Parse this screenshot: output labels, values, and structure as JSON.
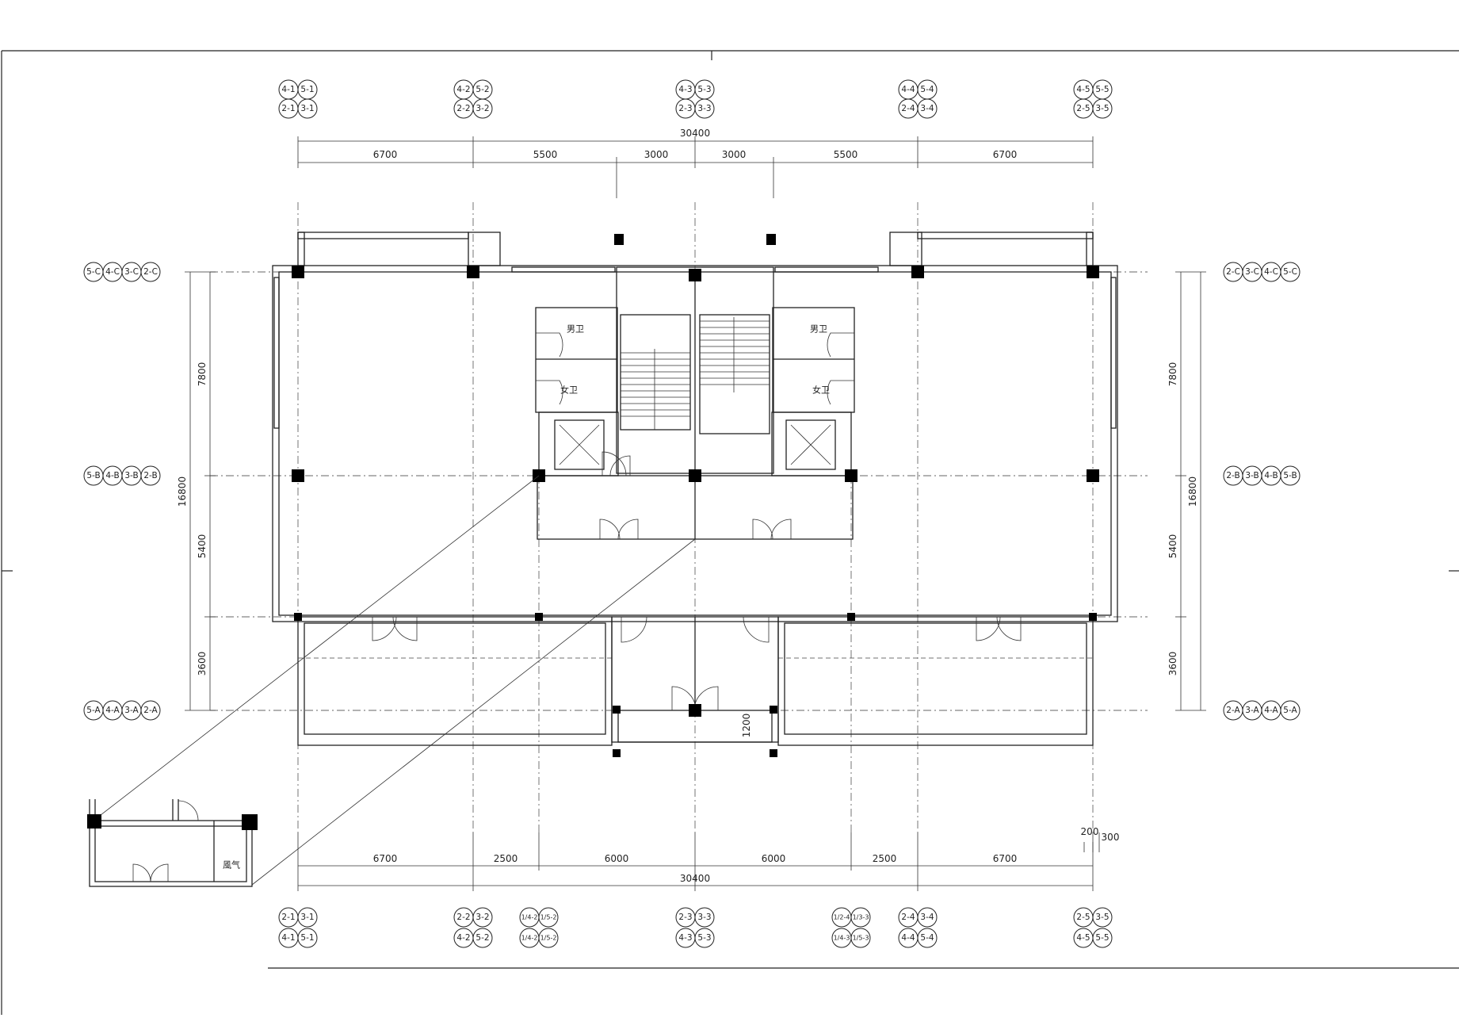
{
  "dims": {
    "top_total": "30400",
    "top_segments": [
      "6700",
      "5500",
      "3000",
      "3000",
      "5500",
      "6700"
    ],
    "bottom_total": "30400",
    "bottom_segments": [
      "6700",
      "2500",
      "6000",
      "6000",
      "2500",
      "6700"
    ],
    "left_total": "16800",
    "left_segments": [
      "7800",
      "5400",
      "3600"
    ],
    "right_total": "16800",
    "right_segments": [
      "7800",
      "5400",
      "3600"
    ],
    "corridor": "1200",
    "detail_a": "200",
    "detail_b": "300"
  },
  "axis_labels": {
    "top_row1": [
      [
        "4-1",
        "5-1"
      ],
      [
        "4-2",
        "5-2"
      ],
      [
        "4-3",
        "5-3"
      ],
      [
        "4-4",
        "5-4"
      ],
      [
        "4-5",
        "5-5"
      ]
    ],
    "top_row2": [
      [
        "2-1",
        "3-1"
      ],
      [
        "2-2",
        "3-2"
      ],
      [
        "2-3",
        "3-3"
      ],
      [
        "2-4",
        "3-4"
      ],
      [
        "2-5",
        "3-5"
      ]
    ],
    "bottom_row1": [
      [
        "2-1",
        "3-1"
      ],
      [
        "2-2",
        "3-2"
      ],
      [
        "1/4-2",
        "1/5-2"
      ],
      [
        "2-3",
        "3-3"
      ],
      [
        "1/2-4",
        "1/3-3"
      ],
      [
        "2-4",
        "3-4"
      ],
      [
        "2-5",
        "3-5"
      ]
    ],
    "bottom_row2": [
      [
        "4-1",
        "5-1"
      ],
      [
        "4-2",
        "5-2"
      ],
      [
        "1/4-2",
        "1/5-2"
      ],
      [
        "4-3",
        "5-3"
      ],
      [
        "1/4-3",
        "1/5-3"
      ],
      [
        "4-4",
        "5-4"
      ],
      [
        "4-5",
        "5-5"
      ]
    ],
    "left_C": [
      "5-C",
      "4-C",
      "3-C",
      "2-C"
    ],
    "left_B": [
      "5-B",
      "4-B",
      "3-B",
      "2-B"
    ],
    "left_A": [
      "5-A",
      "4-A",
      "3-A",
      "2-A"
    ],
    "right_C": [
      "2-C",
      "3-C",
      "4-C",
      "5-C"
    ],
    "right_B": [
      "2-B",
      "3-B",
      "4-B",
      "5-B"
    ],
    "right_A": [
      "2-A",
      "3-A",
      "4-A",
      "5-A"
    ]
  },
  "rooms": {
    "mens_left": "男卫",
    "womens_left": "女卫",
    "mens_right": "男卫",
    "womens_right": "女卫",
    "detail_room": "風气"
  }
}
